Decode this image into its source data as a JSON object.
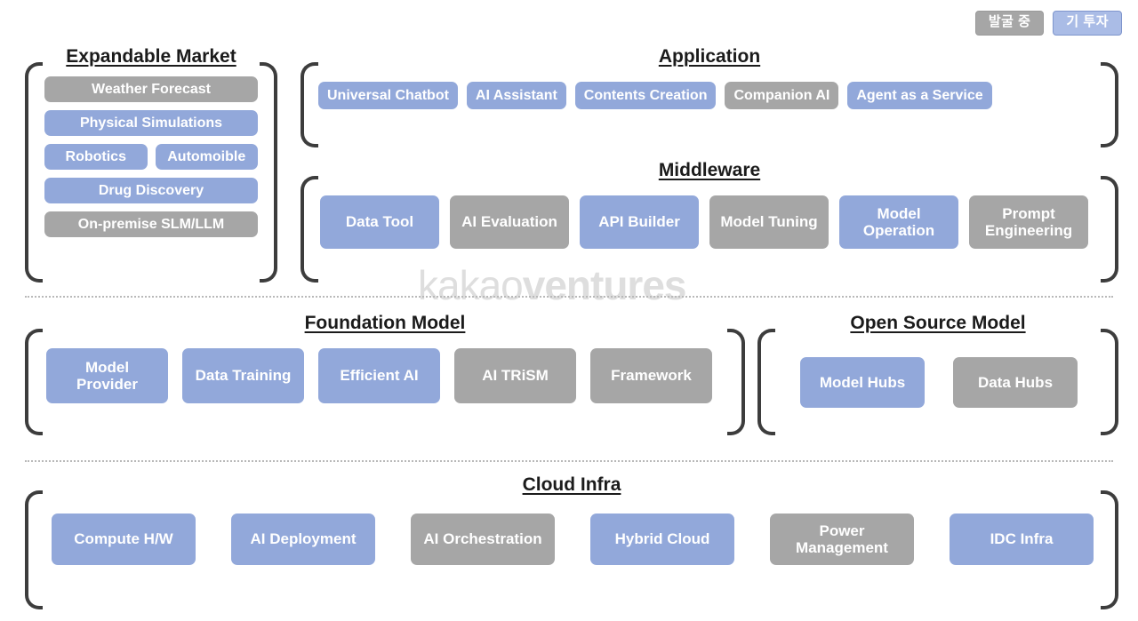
{
  "legend": {
    "items": [
      {
        "label": "발굴 중",
        "style": "gray"
      },
      {
        "label": "기 투자",
        "style": "blue"
      }
    ]
  },
  "watermark": {
    "part1": "kakao",
    "part2": "ventures"
  },
  "colors": {
    "invested_blue": "#92a8da",
    "prospect_gray": "#a6a6a6",
    "bracket": "#3d3d3d",
    "divider": "#b9b9b9",
    "watermark": "#dedede",
    "title": "#1b1b1b"
  },
  "sections": {
    "expandable_market": {
      "title": "Expandable Market",
      "rows": [
        [
          {
            "label": "Weather Forecast",
            "style": "gray"
          }
        ],
        [
          {
            "label": "Physical Simulations",
            "style": "blue"
          }
        ],
        [
          {
            "label": "Robotics",
            "style": "blue"
          },
          {
            "label": "Automoible",
            "style": "blue"
          }
        ],
        [
          {
            "label": "Drug Discovery",
            "style": "blue"
          }
        ],
        [
          {
            "label": "On-premise SLM/LLM",
            "style": "gray"
          }
        ]
      ]
    },
    "application": {
      "title": "Application",
      "items": [
        {
          "label": "Universal Chatbot",
          "style": "blue"
        },
        {
          "label": "AI Assistant",
          "style": "blue"
        },
        {
          "label": "Contents Creation",
          "style": "blue"
        },
        {
          "label": "Companion AI",
          "style": "gray"
        },
        {
          "label": "Agent as a Service",
          "style": "blue"
        }
      ]
    },
    "middleware": {
      "title": "Middleware",
      "items": [
        {
          "label": "Data Tool",
          "style": "blue"
        },
        {
          "label": "AI Evaluation",
          "style": "gray"
        },
        {
          "label": "API Builder",
          "style": "blue"
        },
        {
          "label": "Model Tuning",
          "style": "gray"
        },
        {
          "label": "Model Operation",
          "style": "blue"
        },
        {
          "label": "Prompt Engineering",
          "style": "gray"
        }
      ]
    },
    "foundation_model": {
      "title": "Foundation Model",
      "items": [
        {
          "label": "Model Provider",
          "style": "blue"
        },
        {
          "label": "Data Training",
          "style": "blue"
        },
        {
          "label": "Efficient AI",
          "style": "blue"
        },
        {
          "label": "AI TRiSM",
          "style": "gray"
        },
        {
          "label": "Framework",
          "style": "gray"
        }
      ]
    },
    "open_source_model": {
      "title": "Open Source Model",
      "items": [
        {
          "label": "Model Hubs",
          "style": "blue"
        },
        {
          "label": "Data Hubs",
          "style": "gray"
        }
      ]
    },
    "cloud_infra": {
      "title": "Cloud Infra",
      "items": [
        {
          "label": "Compute H/W",
          "style": "blue"
        },
        {
          "label": "AI Deployment",
          "style": "blue"
        },
        {
          "label": "AI Orchestration",
          "style": "gray"
        },
        {
          "label": "Hybrid Cloud",
          "style": "blue"
        },
        {
          "label": "Power Management",
          "style": "gray"
        },
        {
          "label": "IDC Infra",
          "style": "blue"
        }
      ]
    }
  }
}
